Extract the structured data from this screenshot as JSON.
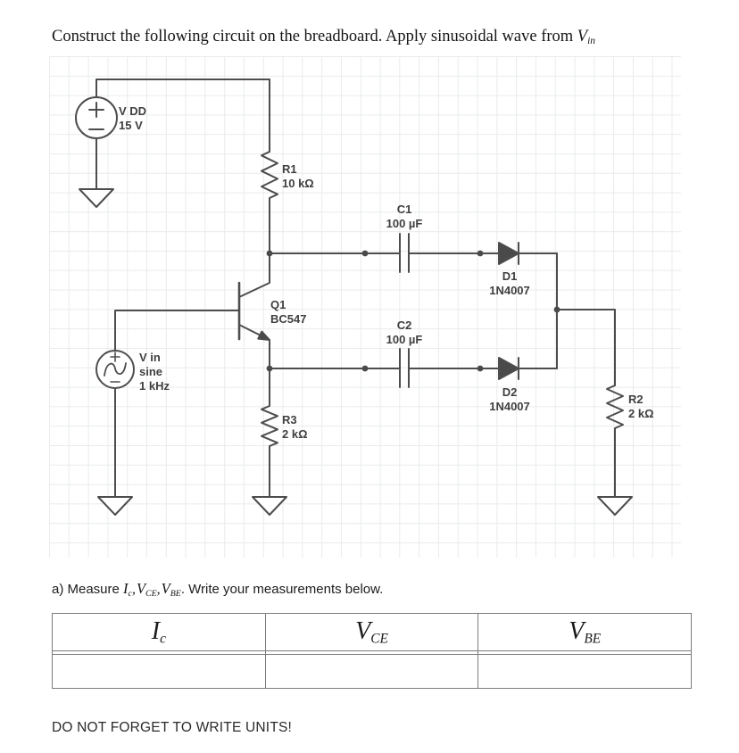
{
  "title": {
    "text": "Construct the following circuit on the breadboard. Apply sinusoidal wave from ",
    "var_base": "V",
    "var_sub": "in"
  },
  "colors": {
    "wire_stroke": "#4d4d4d",
    "grid_line": "#e9ebec",
    "table_border": "#7c7c7c"
  },
  "components": {
    "vdd": {
      "lines": [
        "V DD",
        "15 V"
      ]
    },
    "r1": {
      "lines": [
        "R1",
        "10 kΩ"
      ]
    },
    "c1": {
      "lines": [
        "C1",
        "100 µF"
      ]
    },
    "d1": {
      "lines": [
        "D1",
        "1N4007"
      ]
    },
    "q1": {
      "lines": [
        "Q1",
        "BC547"
      ]
    },
    "c2": {
      "lines": [
        "C2",
        "100 µF"
      ]
    },
    "d2": {
      "lines": [
        "D2",
        "1N4007"
      ]
    },
    "vin": {
      "lines": [
        "V in",
        "sine",
        "1 kHz"
      ]
    },
    "r3": {
      "lines": [
        "R3",
        "2 kΩ"
      ]
    },
    "r2": {
      "lines": [
        "R2",
        "2 kΩ"
      ]
    }
  },
  "measure_line": {
    "prefix": "a) Measure ",
    "terms": [
      {
        "base": "I",
        "sub": "c"
      },
      {
        "base": "V",
        "sub": "CE"
      },
      {
        "base": "V",
        "sub": "BE"
      }
    ],
    "separator": ",",
    "suffix": ". Write your measurements below."
  },
  "table": {
    "headers": [
      {
        "base": "I",
        "sub": "c"
      },
      {
        "base": "V",
        "sub": "CE"
      },
      {
        "base": "V",
        "sub": "BE"
      }
    ],
    "rows": [
      [
        "",
        "",
        ""
      ]
    ]
  },
  "footer": {
    "warning": "DO NOT FORGET TO WRITE UNITS!"
  }
}
